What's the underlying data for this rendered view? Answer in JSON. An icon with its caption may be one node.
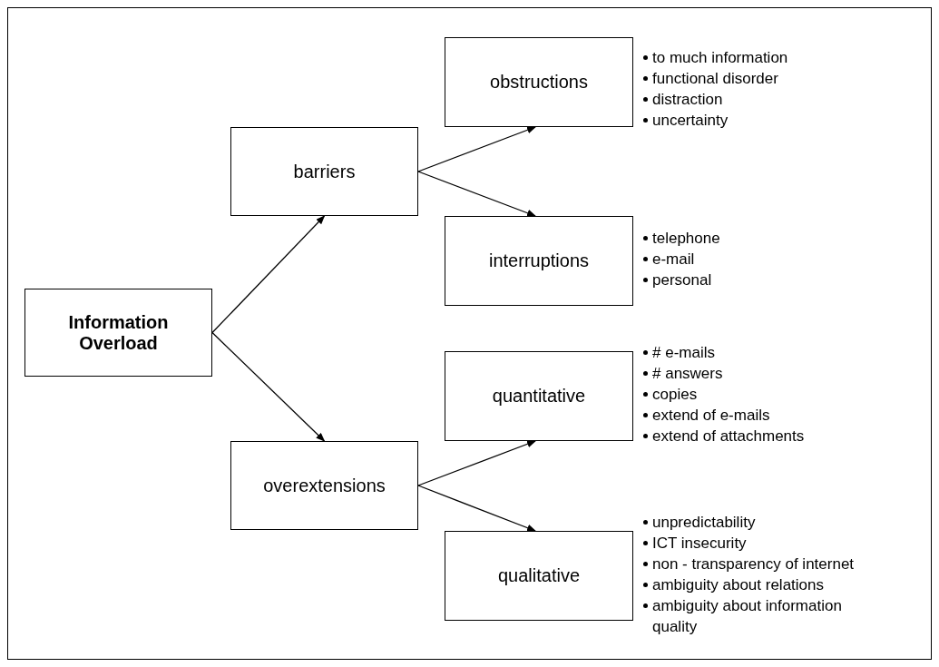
{
  "diagram": {
    "nodes": [
      {
        "text": [
          "Information Overload"
        ]
      },
      {
        "text": [
          "barriers"
        ]
      },
      {
        "text": [
          "overextensions"
        ]
      },
      {
        "text": [
          "obstructions"
        ],
        "beside": [
          "to much information",
          "functional disorder",
          "distraction",
          "uncertainty"
        ]
      },
      {
        "text": [
          "interruptions"
        ],
        "beside": [
          "telephone",
          "e-mail",
          "personal"
        ]
      },
      {
        "text": [
          "quantitative"
        ],
        "beside": [
          "# e-mails",
          "# answers",
          "copies",
          "extend of e-mails",
          "extend of attachments"
        ]
      },
      {
        "text": [
          "qualitative"
        ],
        "beside": [
          "unpredictability",
          "ICT insecurity",
          "non - transparency of internet",
          "ambiguity about relations",
          "ambiguity about information quality"
        ]
      }
    ],
    "edges": [
      {
        "from": 0,
        "to": 1,
        "arrow": "to"
      },
      {
        "from": 0,
        "to": 2,
        "arrow": "to"
      },
      {
        "from": 1,
        "to": 3,
        "arrow": "to"
      },
      {
        "from": 1,
        "to": 4,
        "arrow": "to"
      },
      {
        "from": 2,
        "to": 5,
        "arrow": "to"
      },
      {
        "from": 2,
        "to": 6,
        "arrow": "to"
      }
    ]
  }
}
